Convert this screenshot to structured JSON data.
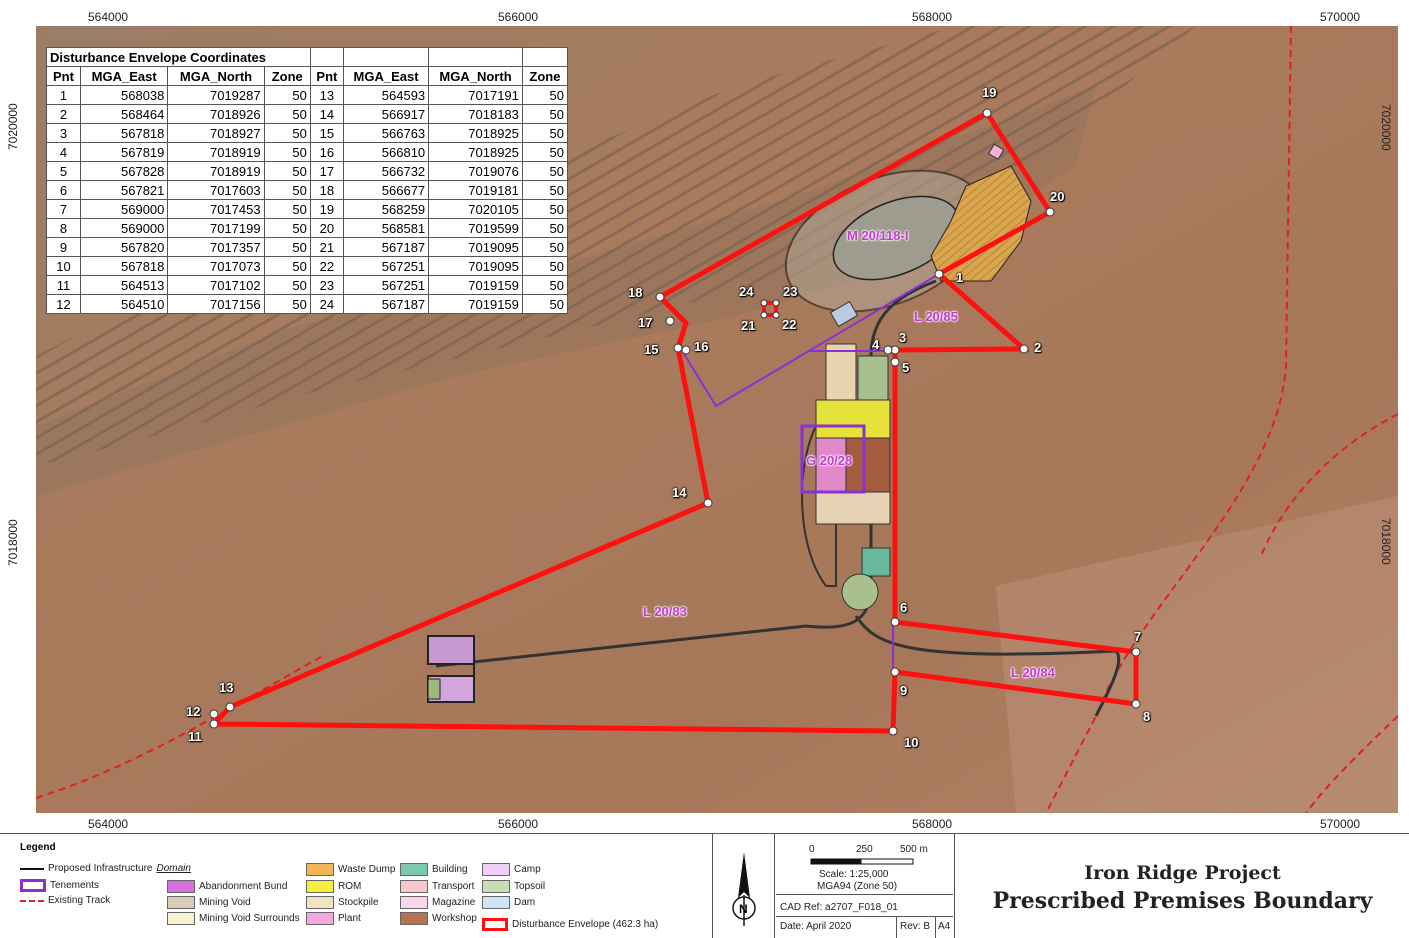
{
  "map": {
    "east_ticks": [
      "564000",
      "566000",
      "568000",
      "570000"
    ],
    "north_ticks": [
      "7020000",
      "7018000"
    ]
  },
  "table": {
    "title": "Disturbance Envelope Coordinates",
    "headers": [
      "Pnt",
      "MGA_East",
      "MGA_North",
      "Zone",
      "Pnt",
      "MGA_East",
      "MGA_North",
      "Zone"
    ],
    "rows": [
      [
        "1",
        "568038",
        "7019287",
        "50",
        "13",
        "564593",
        "7017191",
        "50"
      ],
      [
        "2",
        "568464",
        "7018926",
        "50",
        "14",
        "566917",
        "7018183",
        "50"
      ],
      [
        "3",
        "567818",
        "7018927",
        "50",
        "15",
        "566763",
        "7018925",
        "50"
      ],
      [
        "4",
        "567819",
        "7018919",
        "50",
        "16",
        "566810",
        "7018925",
        "50"
      ],
      [
        "5",
        "567828",
        "7018919",
        "50",
        "17",
        "566732",
        "7019076",
        "50"
      ],
      [
        "6",
        "567821",
        "7017603",
        "50",
        "18",
        "566677",
        "7019181",
        "50"
      ],
      [
        "7",
        "569000",
        "7017453",
        "50",
        "19",
        "568259",
        "7020105",
        "50"
      ],
      [
        "8",
        "569000",
        "7017199",
        "50",
        "20",
        "568581",
        "7019599",
        "50"
      ],
      [
        "9",
        "567820",
        "7017357",
        "50",
        "21",
        "567187",
        "7019095",
        "50"
      ],
      [
        "10",
        "567818",
        "7017073",
        "50",
        "22",
        "567251",
        "7019095",
        "50"
      ],
      [
        "11",
        "564513",
        "7017102",
        "50",
        "23",
        "567251",
        "7019159",
        "50"
      ],
      [
        "12",
        "564510",
        "7017156",
        "50",
        "24",
        "567187",
        "7019159",
        "50"
      ]
    ]
  },
  "point_labels": [
    "1",
    "2",
    "3",
    "4",
    "5",
    "6",
    "7",
    "8",
    "9",
    "10",
    "11",
    "12",
    "13",
    "14",
    "15",
    "16",
    "17",
    "18",
    "19",
    "20",
    "21",
    "22",
    "23",
    "24"
  ],
  "tenements": {
    "m": "M 20/118-I",
    "l85": "L 20/85",
    "g": "G 20/28",
    "l83": "L 20/83",
    "l84": "L 20/84"
  },
  "legend": {
    "title": "Legend",
    "infrastructure": "Proposed Infrastructure",
    "domain": "Domain",
    "tenements": "Tenements",
    "existing_track": "Existing Track",
    "items": [
      {
        "label": "Abandonment Bund",
        "color": "#d86ee0"
      },
      {
        "label": "Mining Void",
        "color": "#d9cbb5"
      },
      {
        "label": "Mining Void Surrounds",
        "color": "#f7f3d2"
      },
      {
        "label": "Waste Dump",
        "color": "#f2b65a"
      },
      {
        "label": "ROM",
        "color": "#f5ee3a"
      },
      {
        "label": "Stockpile",
        "color": "#f3e3c3"
      },
      {
        "label": "Plant",
        "color": "#f5a5df"
      },
      {
        "label": "Building",
        "color": "#7ec8b1"
      },
      {
        "label": "Transport",
        "color": "#f6c8cc"
      },
      {
        "label": "Magazine",
        "color": "#f7d6ee"
      },
      {
        "label": "Workshop",
        "color": "#b5734f"
      },
      {
        "label": "Camp",
        "color": "#efcff5"
      },
      {
        "label": "Topsoil",
        "color": "#c7deb2"
      },
      {
        "label": "Dam",
        "color": "#cfe5f6"
      }
    ],
    "envelope": "Disturbance Envelope (462.3 ha)"
  },
  "scale": {
    "ticks": [
      "0",
      "250",
      "500 m"
    ],
    "scale_text": "Scale: 1:25,000",
    "projection": "MGA94 (Zone 50)",
    "cad_ref": "CAD Ref: a2707_F018_01",
    "date": "Date: April 2020",
    "rev": "Rev: B",
    "size": "A4"
  },
  "north_arrow": "N",
  "title": {
    "project": "Iron Ridge Project",
    "subtitle": "Prescribed Premises Boundary"
  },
  "colors": {
    "envelope": "#ff0000",
    "tenement": "#8b2fd6",
    "track": "#e22020"
  }
}
